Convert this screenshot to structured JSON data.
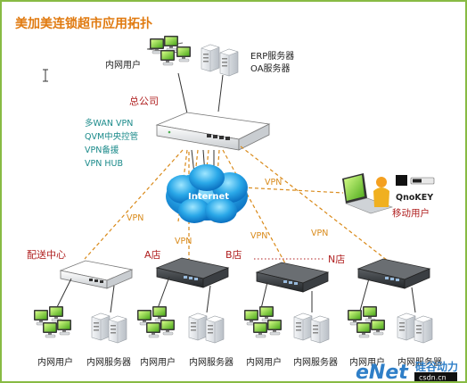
{
  "title": "美加美连锁超市应用拓扑",
  "hq": {
    "lan_users": "内网用户",
    "servers": [
      "ERP服务器",
      "OA服务器"
    ],
    "label": "总公司",
    "features": [
      "多WAN VPN",
      "QVM中央控管",
      "VPN备援",
      "VPN HUB"
    ]
  },
  "internet": "Internet",
  "mobile": {
    "token": "QnoKEY",
    "label": "移动用户",
    "vpn": "VPN"
  },
  "vpn_label": "VPN",
  "branches": [
    {
      "label": "配送中心"
    },
    {
      "label": "A店"
    },
    {
      "label": "B店"
    },
    {
      "label": "N店"
    }
  ],
  "bottom_labels": [
    "内网用户",
    "内网服务器",
    "内网用户",
    "内网服务器",
    "内网用户",
    "内网服务器",
    "内网用户",
    "内网服务器"
  ],
  "watermark": {
    "brand": "eNet",
    "cn": "硅谷动力",
    "site": "csdn.cn"
  },
  "colors": {
    "accent_red": "#b02020",
    "teal": "#1a8a8a",
    "vpn_orange": "#d98a1a",
    "border_green": "#88bb44",
    "title_orange": "#e07a10"
  }
}
